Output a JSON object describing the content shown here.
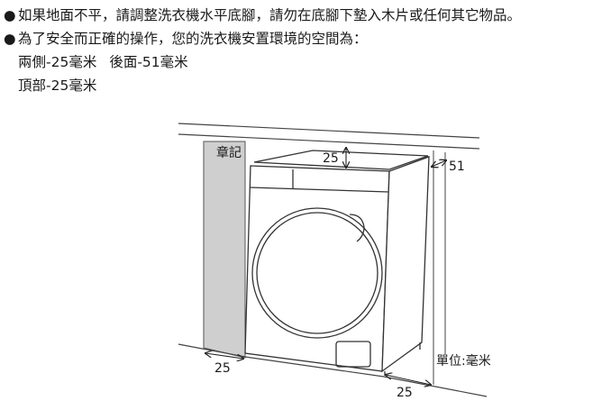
{
  "notes": {
    "bullet_symbol": "●",
    "line1": "如果地面不平，請調整洗衣機水平底腳，請勿在底腳下墊入木片或任何其它物品。",
    "line2": "為了安全而正確的操作，您的洗衣機安置環境的空間為：",
    "line3_side": "兩側-25毫米",
    "line3_back": "後面-51毫米",
    "line4_top": "頂部-25毫米"
  },
  "diagram": {
    "wall_label": "章記",
    "top_gap": "25",
    "back_gap": "51",
    "left_gap": "25",
    "bottom_gap": "25",
    "unit_label": "單位:毫米"
  }
}
